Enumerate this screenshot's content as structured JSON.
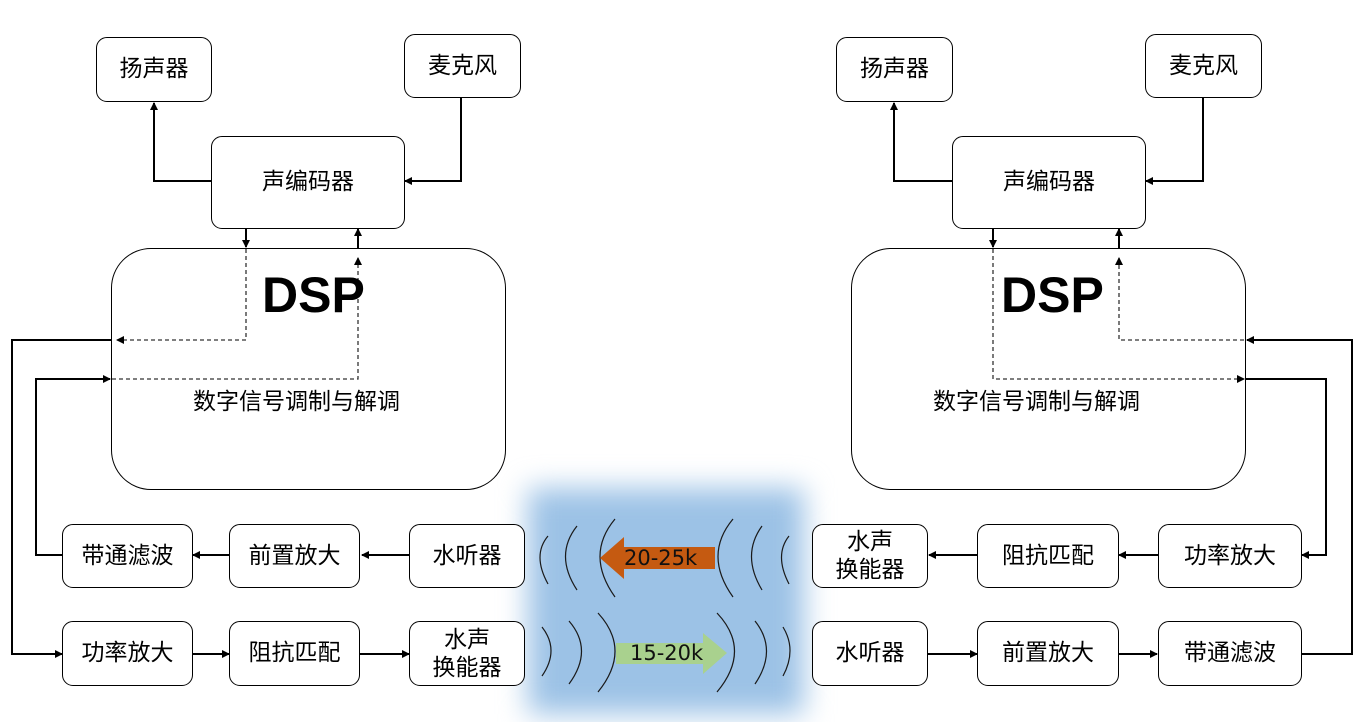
{
  "colors": {
    "water": "#9cc2e6",
    "arrow_downlink": "#c55a11",
    "arrow_uplink": "#a9d18e",
    "line": "#000000"
  },
  "left_node": {
    "speaker": "扬声器",
    "microphone": "麦克风",
    "vocoder": "声编码器",
    "dsp_title": "DSP",
    "dsp_subtitle": "数字信号调制与解调",
    "rx_chain": [
      "带通滤波",
      "前置放大",
      "水听器"
    ],
    "tx_chain": [
      "功率放大",
      "阻抗匹配",
      "水声\n换能器"
    ]
  },
  "right_node": {
    "speaker": "扬声器",
    "microphone": "麦克风",
    "vocoder": "声编码器",
    "dsp_title": "DSP",
    "dsp_subtitle": "数字信号调制与解调",
    "tx_chain": [
      "水声\n换能器",
      "阻抗匹配",
      "功率放大"
    ],
    "rx_chain": [
      "水听器",
      "前置放大",
      "带通滤波"
    ]
  },
  "channel": {
    "downlink_label": "20-25k",
    "uplink_label": "15-20k"
  }
}
